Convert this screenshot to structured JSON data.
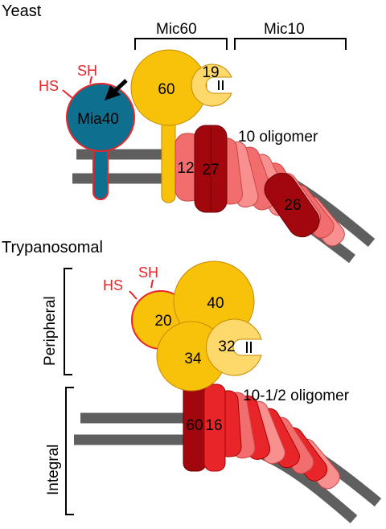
{
  "colors": {
    "membrane": "#5f5f5f",
    "mic60_yellow": "#f8c20a",
    "mic19_light": "#fcd96a",
    "dark_red": "#a3070e",
    "red": "#e8262a",
    "pink": "#f26d6d",
    "light_pink": "#f89090",
    "mia40_teal": "#0e6f8f",
    "thiol_red": "#e8262a"
  },
  "yeast": {
    "title": "Yeast",
    "brackets": {
      "mic60": "Mic60",
      "mic10": "Mic10"
    },
    "oligomer_label": "10 oligomer",
    "subunits": {
      "mic60": "60",
      "mic19": "19",
      "mic12": "12",
      "mic27": "27",
      "mic26": "26"
    },
    "mia40": {
      "label": "Mia40",
      "thiol_left": "HS",
      "thiol_right": "SH"
    }
  },
  "trypanosomal": {
    "title": "Trypanosomal",
    "brackets": {
      "peripheral": "Peripheral",
      "integral": "Integral"
    },
    "oligomer_label": "10-1/2 oligomer",
    "subunits": {
      "mic40": "40",
      "mic20": "20",
      "mic34": "34",
      "mic32": "32",
      "mic60": "60",
      "mic16": "16"
    },
    "thiol_left": "HS",
    "thiol_right": "SH"
  }
}
